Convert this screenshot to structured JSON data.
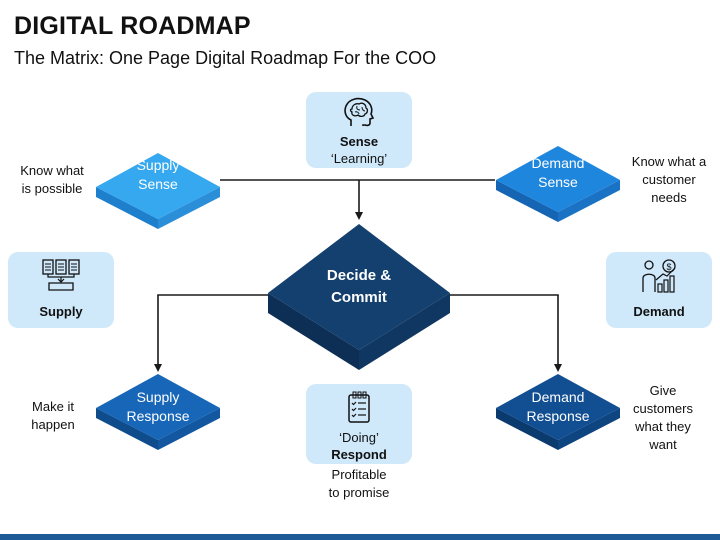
{
  "header": {
    "title": "DIGITAL ROADMAP",
    "subtitle": "The Matrix: One Page Digital Roadmap For the COO"
  },
  "center": {
    "line1": "Decide &",
    "line2": "Commit"
  },
  "diamonds": {
    "supply_sense": {
      "line1": "Supply",
      "line2": "Sense"
    },
    "demand_sense": {
      "line1": "Demand",
      "line2": "Sense"
    },
    "supply_response": {
      "line1": "Supply",
      "line2": "Response"
    },
    "demand_response": {
      "line1": "Demand",
      "line2": "Response"
    }
  },
  "boxes": {
    "sense": {
      "line1": "Sense",
      "line2": "‘Learning’",
      "icon": "brain-head-icon"
    },
    "respond": {
      "line1": "‘Doing’",
      "line2": "Respond",
      "icon": "checklist-icon"
    },
    "supply": {
      "label": "Supply",
      "icon": "documents-tray-icon"
    },
    "demand": {
      "label": "Demand",
      "icon": "growth-chart-person-icon"
    }
  },
  "notes": {
    "know_possible": {
      "line1": "Know what",
      "line2": "is possible"
    },
    "know_needs": {
      "line1": "Know what a",
      "line2": "customer",
      "line3": "needs"
    },
    "make_happen": {
      "line1": "Make it",
      "line2": "happen"
    },
    "give_customers": {
      "line1": "Give",
      "line2": "customers",
      "line3": "what they",
      "line4": "want"
    },
    "profitable": {
      "line1": "Profitable",
      "line2": "to promise"
    }
  },
  "colors": {
    "box_fill": "#cfe9fb",
    "supply_sense_top": "#35a8ef",
    "demand_sense_top": "#1f86dd",
    "supply_response_top": "#1766b8",
    "demand_response_top": "#124f92",
    "center_top": "#14406f",
    "connector": "#1a1a1a"
  }
}
